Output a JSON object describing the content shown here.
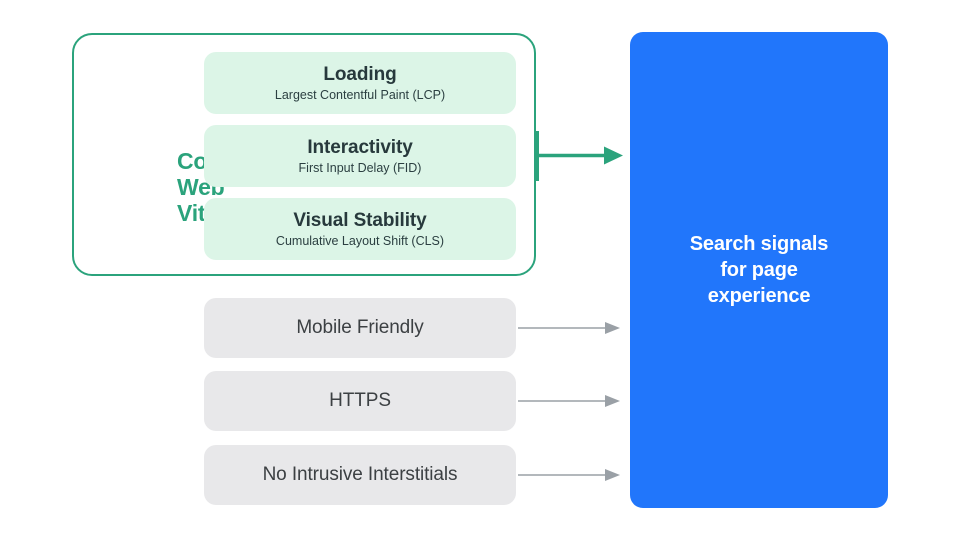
{
  "diagram": {
    "title": "Search signals for page experience",
    "colors": {
      "green_accent": "#2BA37C",
      "mint_card": "#DCF5E7",
      "gray_card": "#E8E8EA",
      "blue_box": "#2176FB",
      "dark_text": "#27393C",
      "gray_text": "#3C4043",
      "gray_arrow": "#9AA0A6",
      "background": "#FFFFFF"
    },
    "core_web_vitals": {
      "group_label": "Core\nWeb\nVitals",
      "group_label_line1": "Core",
      "group_label_line2": "Web",
      "group_label_line3": "Vitals",
      "metrics": [
        {
          "title": "Loading",
          "subtitle": "Largest Contentful Paint (LCP)"
        },
        {
          "title": "Interactivity",
          "subtitle": "First Input Delay (FID)"
        },
        {
          "title": "Visual Stability",
          "subtitle": "Cumulative Layout Shift (CLS)"
        }
      ]
    },
    "other_signals": [
      {
        "label": "Mobile Friendly"
      },
      {
        "label": "HTTPS"
      },
      {
        "label": "No Intrusive Interstitials"
      }
    ],
    "destination": {
      "text": "Search signals\nfor page\nexperience"
    },
    "connectors": [
      {
        "name": "core-web-vitals-arrow",
        "style": "thick-green",
        "from": "core-web-vitals-group",
        "to": "search-signals-box"
      },
      {
        "name": "mobile-friendly-arrow",
        "style": "thin-gray",
        "from": "mobile-friendly-card",
        "to": "search-signals-box"
      },
      {
        "name": "https-arrow",
        "style": "thin-gray",
        "from": "https-card",
        "to": "search-signals-box"
      },
      {
        "name": "no-intrusive-interstitials-arrow",
        "style": "thin-gray",
        "from": "no-intrusive-interstitials-card",
        "to": "search-signals-box"
      }
    ]
  }
}
